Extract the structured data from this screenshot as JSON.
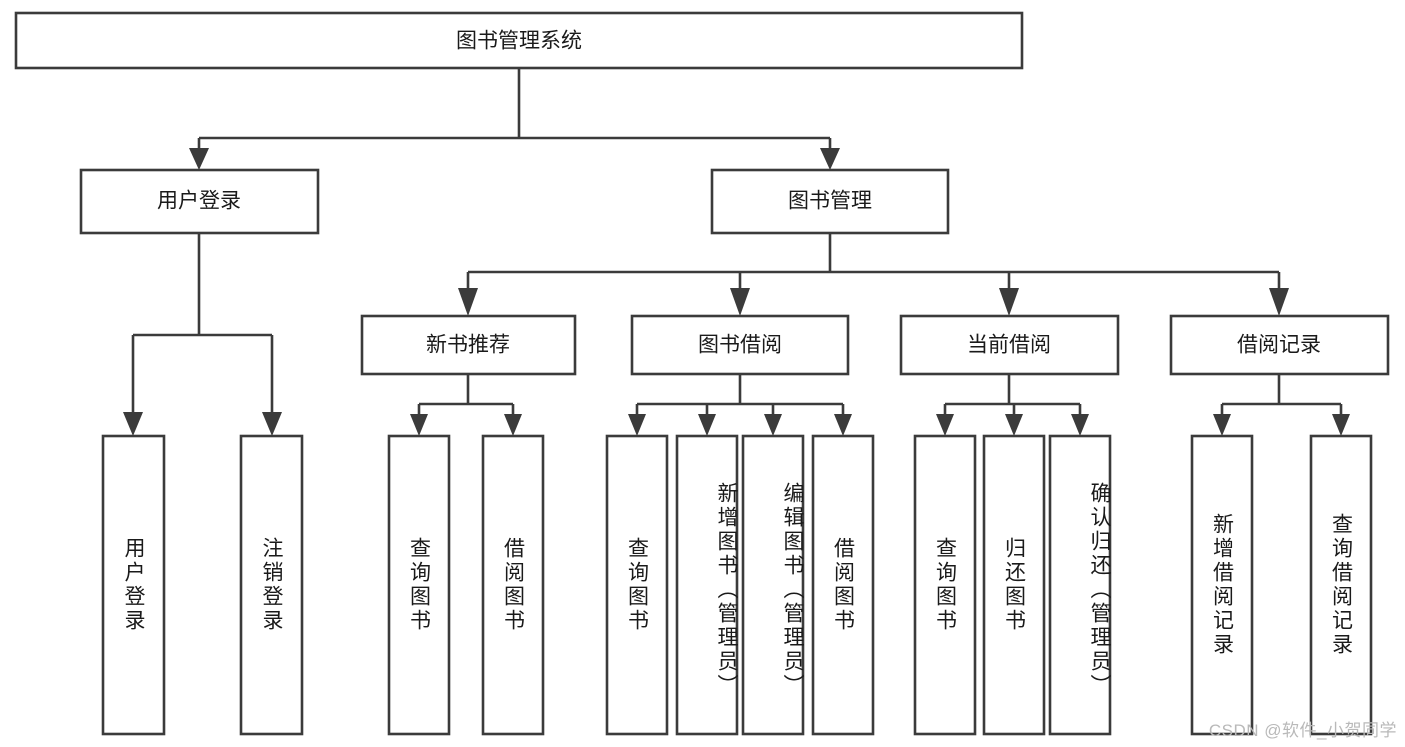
{
  "diagram": {
    "type": "tree",
    "title": "图书管理系统",
    "watermark": "CSDN @软件_小贺同学",
    "colors": {
      "stroke": "#3b3b3b",
      "box_fill": "#ffffff",
      "text": "#1a1a1a",
      "background": "#ffffff",
      "watermark": "#b9b9b9"
    },
    "levels": {
      "root": "图书管理系统",
      "level2": [
        "用户登录",
        "图书管理"
      ],
      "level3": [
        "新书推荐",
        "图书借阅",
        "当前借阅",
        "借阅记录"
      ]
    },
    "nodes": {
      "root": {
        "label": "图书管理系统"
      },
      "user_login": {
        "label": "用户登录"
      },
      "book_manage": {
        "label": "图书管理"
      },
      "new_book_rec": {
        "label": "新书推荐"
      },
      "book_borrow": {
        "label": "图书借阅"
      },
      "current_borrow": {
        "label": "当前借阅"
      },
      "borrow_record": {
        "label": "借阅记录"
      }
    },
    "leaves": {
      "user_login": [
        {
          "label": "用户登录"
        },
        {
          "label": "注销登录"
        }
      ],
      "new_book_rec": [
        {
          "label": "查询图书"
        },
        {
          "label": "借阅图书"
        }
      ],
      "book_borrow": [
        {
          "label": "查询图书"
        },
        {
          "label": "新增图书（管理员）"
        },
        {
          "label": "编辑图书（管理员）"
        },
        {
          "label": "借阅图书"
        }
      ],
      "current_borrow": [
        {
          "label": "查询图书"
        },
        {
          "label": "归还图书"
        },
        {
          "label": "确认归还（管理员）"
        }
      ],
      "borrow_record": [
        {
          "label": "新增借阅记录"
        },
        {
          "label": "查询借阅记录"
        }
      ]
    }
  }
}
